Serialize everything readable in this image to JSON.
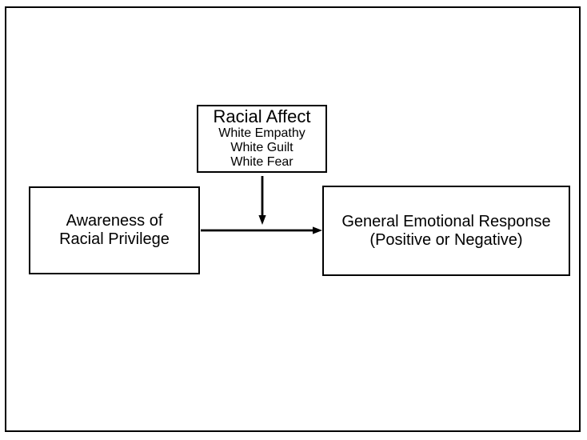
{
  "colors": {
    "ink": "#000000",
    "canvas": "#ffffff"
  },
  "figure": {
    "mediator_box": {
      "title": "Racial Affect",
      "items": [
        "White Empathy",
        "White Guilt",
        "White Fear"
      ]
    },
    "predictor_box": {
      "lines": [
        "Awareness of",
        "Racial Privilege"
      ]
    },
    "outcome_box": {
      "lines": [
        "General Emotional Response",
        "(Positive or Negative)"
      ]
    },
    "relations": [
      {
        "from": "Awareness of Racial Privilege",
        "to": "General Emotional Response (Positive or Negative)",
        "type": "direct-effect-arrow"
      },
      {
        "from": "Racial Affect (White Empathy, White Guilt, White Fear)",
        "to": "direct-effect-arrow",
        "type": "mediator-arrow"
      }
    ]
  }
}
